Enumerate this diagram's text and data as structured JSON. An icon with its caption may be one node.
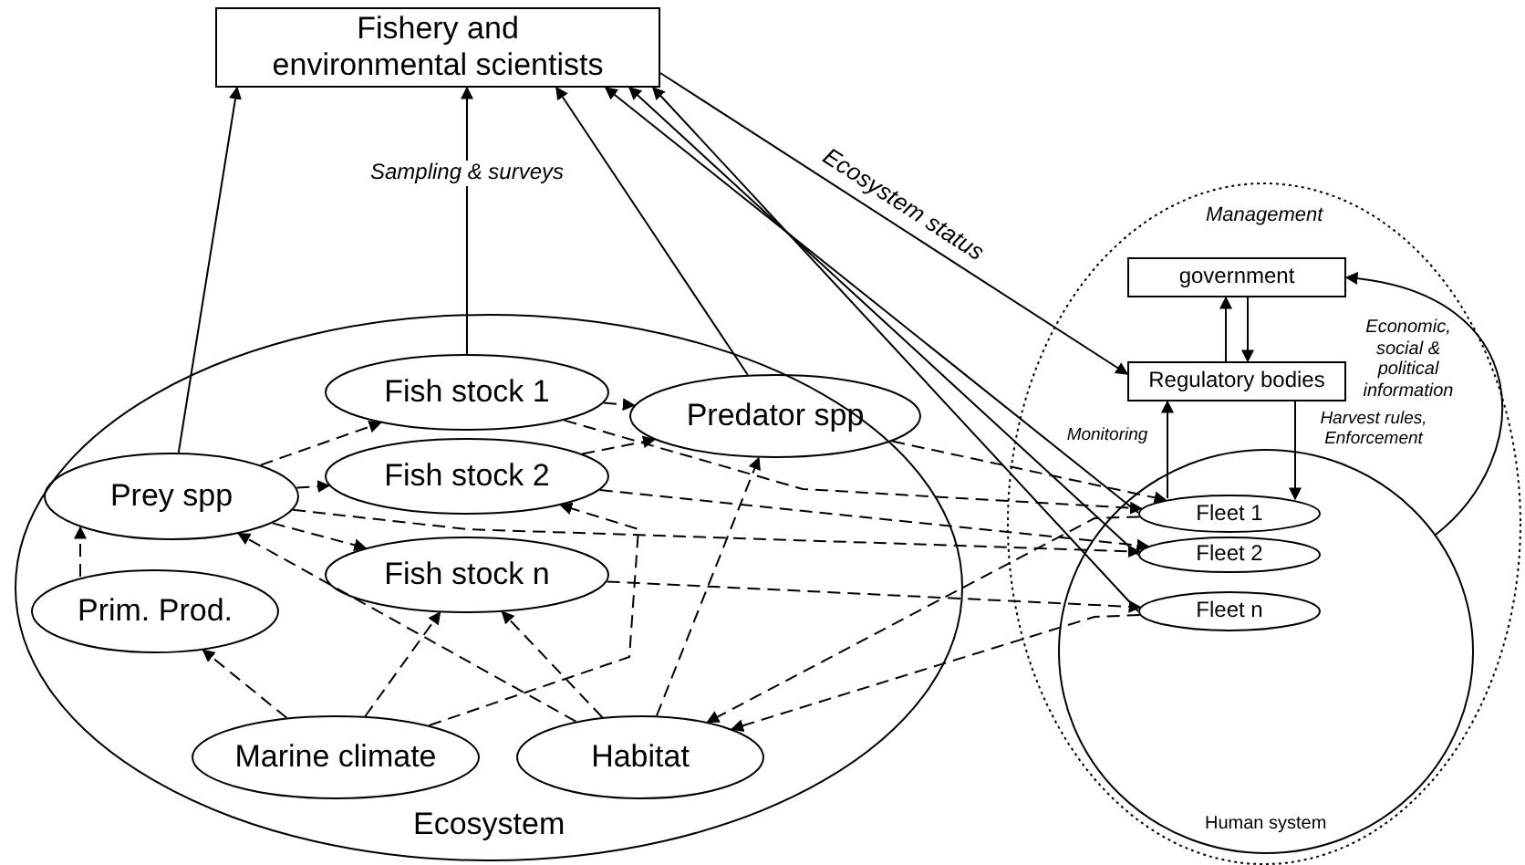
{
  "diagram": {
    "nodes": [
      {
        "text": [
          "Fishery and environmental scientists"
        ]
      },
      {
        "text": [
          "Ecosystem"
        ]
      },
      {
        "text": [
          "Prey spp"
        ],
        "in": 1
      },
      {
        "text": [
          "Fish stock 1"
        ],
        "in": 1
      },
      {
        "text": [
          "Fish stock 2"
        ],
        "in": 1
      },
      {
        "text": [
          "Fish stock n"
        ],
        "in": 1
      },
      {
        "text": [
          "Predator spp"
        ],
        "in": 1
      },
      {
        "text": [
          "Prim. Prod."
        ],
        "in": 1
      },
      {
        "text": [
          "Marine climate"
        ],
        "in": 1
      },
      {
        "text": [
          "Habitat"
        ],
        "in": 1
      },
      {
        "text": [
          "Management"
        ]
      },
      {
        "text": [
          "government"
        ],
        "in": 10
      },
      {
        "text": [
          "Regulatory bodies"
        ],
        "in": 10
      },
      {
        "text": [
          "Human system"
        ],
        "in": 10
      },
      {
        "text": [
          "Fleet 1"
        ],
        "in": 13
      },
      {
        "text": [
          "Fleet 2"
        ],
        "in": 13
      },
      {
        "text": [
          "Fleet n"
        ],
        "in": 13
      }
    ],
    "edges": [
      {
        "from": 2,
        "to": 0,
        "arrow": "to"
      },
      {
        "from": 3,
        "to": 0,
        "arrow": "to",
        "label": "Sampling & surveys"
      },
      {
        "from": 6,
        "to": 0,
        "arrow": "to"
      },
      {
        "from": 14,
        "to": 0,
        "arrow": "to"
      },
      {
        "from": 15,
        "to": 0,
        "arrow": "to"
      },
      {
        "from": 16,
        "to": 0,
        "arrow": "to"
      },
      {
        "from": 0,
        "to": 12,
        "arrow": "to",
        "label": "Ecosystem status"
      },
      {
        "from": 12,
        "to": 11,
        "arrow": "to"
      },
      {
        "from": 11,
        "to": 12,
        "arrow": "to"
      },
      {
        "from": 14,
        "to": 12,
        "arrow": "to",
        "label": "Monitoring"
      },
      {
        "from": 12,
        "to": 14,
        "arrow": "to",
        "label": "Harvest rules, Enforcement"
      },
      {
        "from": 13,
        "to": 11,
        "arrow": "to",
        "label": "Economic, social & political information"
      },
      {
        "from": 7,
        "to": 2,
        "arrow": "to",
        "style": "dashed"
      },
      {
        "from": 2,
        "to": 3,
        "arrow": "to",
        "style": "dashed"
      },
      {
        "from": 2,
        "to": 4,
        "arrow": "to",
        "style": "dashed"
      },
      {
        "from": 2,
        "to": 5,
        "arrow": "to",
        "style": "dashed"
      },
      {
        "from": 3,
        "to": 6,
        "arrow": "to",
        "style": "dashed"
      },
      {
        "from": 4,
        "to": 6,
        "arrow": "to",
        "style": "dashed"
      },
      {
        "from": 6,
        "to": 14,
        "arrow": "to",
        "style": "dashed"
      },
      {
        "from": 3,
        "to": 14,
        "arrow": "to",
        "style": "dashed"
      },
      {
        "from": 4,
        "to": 15,
        "arrow": "to",
        "style": "dashed"
      },
      {
        "from": 2,
        "to": 15,
        "arrow": "to",
        "style": "dashed"
      },
      {
        "from": 5,
        "to": 16,
        "arrow": "to",
        "style": "dashed"
      },
      {
        "from": 8,
        "to": 7,
        "arrow": "to",
        "style": "dashed"
      },
      {
        "from": 8,
        "to": 5,
        "arrow": "to",
        "style": "dashed"
      },
      {
        "from": 8,
        "to": 4,
        "arrow": "to",
        "style": "dashed"
      },
      {
        "from": 9,
        "to": 2,
        "arrow": "to",
        "style": "dashed"
      },
      {
        "from": 9,
        "to": 5,
        "arrow": "to",
        "style": "dashed"
      },
      {
        "from": 9,
        "to": 6,
        "arrow": "to",
        "style": "dashed"
      },
      {
        "from": 14,
        "to": 9,
        "arrow": "to",
        "style": "dashed"
      },
      {
        "from": 16,
        "to": 9,
        "arrow": "to",
        "style": "dashed"
      }
    ]
  }
}
